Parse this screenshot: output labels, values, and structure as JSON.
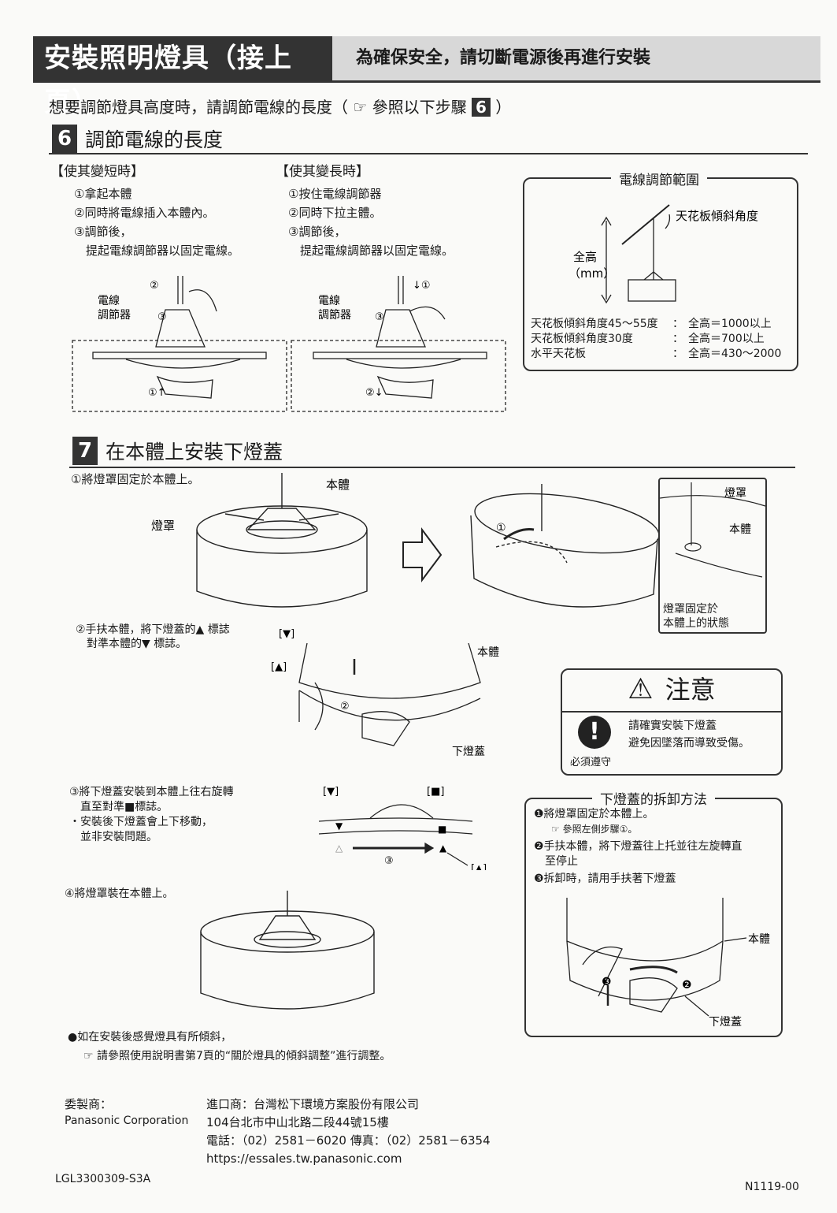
{
  "header": {
    "title": "安裝照明燈具（接上頁）",
    "warning": "為確保安全，請切斷電源後再進行安裝"
  },
  "intro": {
    "text": "想要調節燈具高度時，請調節電線的長度（",
    "ref": "參照以下步驟",
    "step": "6",
    "close": "）"
  },
  "section6": {
    "num": "6",
    "title": "調節電線的長度",
    "shorten": {
      "heading": "【使其變短時】",
      "steps": [
        "①拿起本體",
        "②同時將電線插入本體內。",
        "③調節後，",
        "　提起電線調節器以固定電線。"
      ]
    },
    "lengthen": {
      "heading": "【使其變長時】",
      "steps": [
        "①按住電線調節器",
        "②同時下拉主體。",
        "③調節後，",
        "　提起電線調節器以固定電線。"
      ]
    },
    "figure_label": [
      "電線",
      "調節器"
    ],
    "range": {
      "title": "電線調節範圍",
      "tilt_label": "天花板傾斜角度",
      "height_label": [
        "全高",
        "（mm）"
      ],
      "rows": [
        {
          "label": "天花板傾斜角度45～55度",
          "value": "全高＝1000以上"
        },
        {
          "label": "天花板傾斜角度30度",
          "value": "全高＝700以上"
        },
        {
          "label": "水平天花板",
          "value": "全高＝430～2000"
        }
      ]
    }
  },
  "section7": {
    "num": "7",
    "title": "在本體上安裝下燈蓋",
    "step1": "①將燈罩固定於本體上。",
    "labels": {
      "body": "本體",
      "shade": "燈罩",
      "lower_cover": "下燈蓋",
      "fixed_state": [
        "燈罩固定於",
        "本體上的狀態"
      ]
    },
    "step2": [
      "②手扶本體，將下燈蓋的▲ 標誌",
      "　對準本體的▼ 標誌。"
    ],
    "step3": [
      "③將下燈蓋安裝到本體上往右旋轉",
      "　直至對準■標誌。",
      "・安裝後下燈蓋會上下移動，",
      "　並非安裝問題。"
    ],
    "step4": "④將燈罩裝在本體上。",
    "mark_down": "[▼]",
    "mark_up": "[▲]",
    "mark_square": "[■]",
    "note": [
      "●如在安裝後感覺燈具有所傾斜，",
      "請參照使用說明書第7頁的“關於燈具的傾斜調整”進行調整。"
    ]
  },
  "caution": {
    "title": "注意",
    "must": "必須遵守",
    "lines": [
      "請確實安裝下燈蓋",
      "避免因墜落而導致受傷。"
    ]
  },
  "removal": {
    "title": "下燈蓋的拆卸方法",
    "steps": [
      "❶將燈罩固定於本體上。",
      "參照左側步驟①。",
      "❷手扶本體，將下燈蓋往上托並往左旋轉直",
      "　至停止",
      "❸拆卸時，請用手扶著下燈蓋"
    ],
    "body": "本體",
    "cover": "下燈蓋"
  },
  "footer": {
    "client_label": "委製商：",
    "client": "Panasonic Corporation",
    "importer": "進口商：台灣松下環境方案股份有限公司",
    "address": "104台北市中山北路二段44號15樓",
    "phone": "電話：（02）2581－6020 傳真：（02）2581－6354",
    "url": "https://essales.tw.panasonic.com",
    "code_left": "LGL3300309-S3A",
    "code_right": "N1119-00"
  }
}
